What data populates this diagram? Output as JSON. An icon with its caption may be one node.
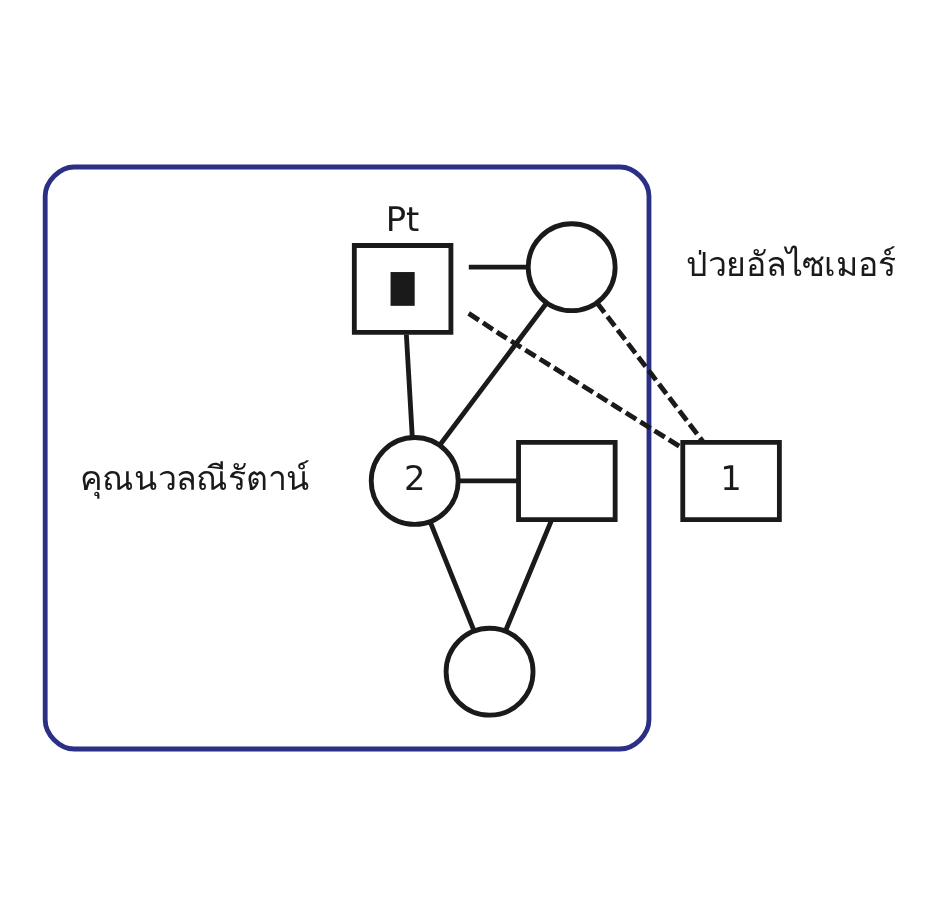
{
  "diagram": {
    "nodes": [
      {
        "text": [],
        "shape": "cloud"
      },
      {
        "text": [
          "Pt"
        ],
        "in": 0
      },
      {
        "text": [],
        "shape": "circle",
        "in": 0,
        "beside": [
          "ป่วยอัลไซเมอร์"
        ]
      },
      {
        "text": [
          "1"
        ]
      },
      {
        "text": [
          "2"
        ],
        "in": 0,
        "beside": [
          "คุณนวลณีรัตาน์"
        ]
      },
      {
        "text": [],
        "shape": "box",
        "in": 0
      },
      {
        "text": [],
        "shape": "circle",
        "in": 0
      }
    ],
    "edges": [
      {
        "from": 1,
        "to": 2,
        "arrow": "none"
      },
      {
        "from": 1,
        "to": 3,
        "arrow": "none",
        "style": "dashed"
      },
      {
        "from": 2,
        "to": 3,
        "arrow": "none",
        "style": "dashed"
      },
      {
        "from": 1,
        "to": 4,
        "arrow": "none"
      },
      {
        "from": 2,
        "to": 4,
        "arrow": "none"
      },
      {
        "from": 4,
        "to": 5,
        "arrow": "none"
      },
      {
        "from": 4,
        "to": 6,
        "arrow": "none"
      },
      {
        "from": 5,
        "to": 6,
        "arrow": "none"
      }
    ]
  }
}
